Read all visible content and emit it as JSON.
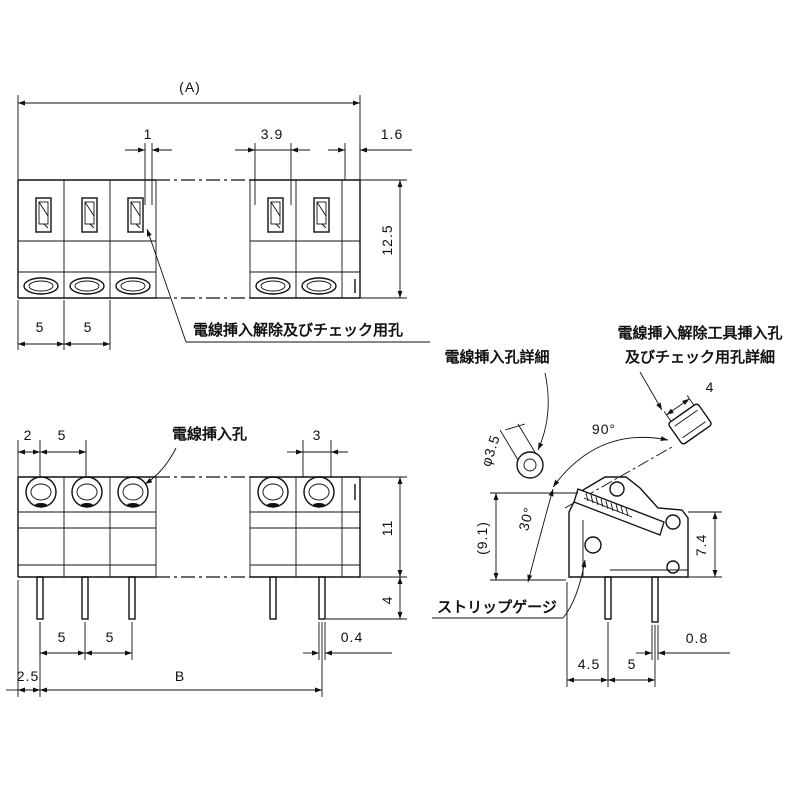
{
  "labels": {
    "dim_A": "(A)",
    "dim_1": "1",
    "dim_3_9": "3.9",
    "dim_1_6": "1.6",
    "dim_12_5": "12.5",
    "top_pitch_1": "5",
    "top_pitch_2": "5",
    "release_check_hole": "電線挿入解除及びチェック用孔",
    "front_dim_2": "2",
    "front_dim_5": "5",
    "wire_hole": "電線挿入孔",
    "front_dim_3": "3",
    "front_dim_11": "11",
    "front_dim_4": "4",
    "pin_pitch_1": "5",
    "pin_pitch_2": "5",
    "pin_dim_0_4": "0.4",
    "dim_2_5": "2.5",
    "dim_B": "B",
    "wire_hole_detail": "電線挿入孔詳細",
    "tool_hole_detail_line1": "電線挿入解除工具挿入孔",
    "tool_hole_detail_line2": "及びチェック用孔詳細",
    "tool_dim_4": "4",
    "angle_90": "90°",
    "dia_3_5": "φ3.5",
    "angle_30": "30°",
    "dim_9_1": "(9.1)",
    "dim_7_4": "7.4",
    "strip_gauge": "ストリップゲージ",
    "side_dim_4_5": "4.5",
    "side_dim_5": "5",
    "side_dim_0_8": "0.8"
  }
}
